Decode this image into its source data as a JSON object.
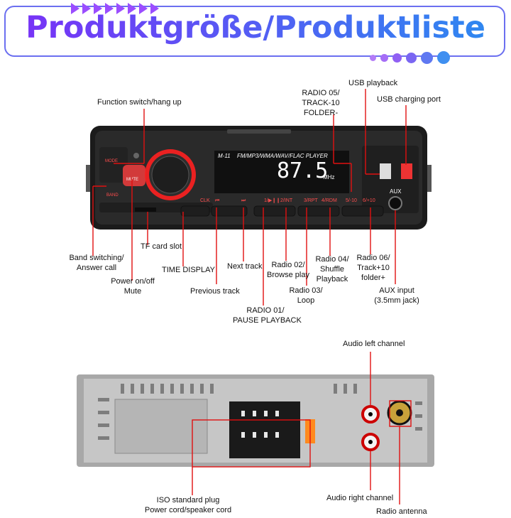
{
  "title": "Produktgröße/Produktliste",
  "colors": {
    "accent_purple": "#7b2ff7",
    "accent_blue": "#2b8cf0",
    "callout_red": "#e01010",
    "unit_body": "#1b1b1b"
  },
  "front_panel": {
    "model": "M-11",
    "player_text": "FM/MP3/WMA/WAV/FLAC PLAYER",
    "frequency": "87.5",
    "unit": "MHz",
    "aux_label": "AUX",
    "mode_label": "MODE",
    "mute_label": "MUTE",
    "band_label": "BAND",
    "clk_label": "CLK",
    "button_labels": [
      "1/▶❙❙",
      "2/INT",
      "3/RPT",
      "4/RDM",
      "5/-10",
      "6/+10"
    ]
  },
  "callouts_top": {
    "usb_playback": "USB playback",
    "usb_charging": "USB charging port",
    "function_switch": "Function switch/hang up",
    "radio05": [
      "RADIO 05/",
      "TRACK-10",
      "FOLDER-"
    ]
  },
  "callouts_bottom": {
    "band_switching": [
      "Band switching/",
      "Answer call"
    ],
    "tf_card": "TF card slot",
    "power": [
      "Power on/off",
      "Mute"
    ],
    "time_display": "TIME DISPLAY",
    "previous_track": "Previous track",
    "next_track": "Next track",
    "radio01": [
      "RADIO 01/",
      "PAUSE PLAYBACK"
    ],
    "radio02": [
      "Radio 02/",
      "Browse play"
    ],
    "radio03": [
      "Radio 03/",
      "Loop"
    ],
    "radio04": [
      "Radio 04/",
      "Shuffle",
      "Playback"
    ],
    "radio06": [
      "Radio 06/",
      "Track+10",
      "folder+"
    ],
    "aux_input": [
      "AUX input",
      "(3.5mm jack)"
    ]
  },
  "rear_callouts": {
    "audio_left": "Audio left channel",
    "audio_right": "Audio right channel",
    "iso_plug": [
      "ISO standard plug",
      "Power cord/speaker cord"
    ],
    "radio_antenna": "Radio antenna"
  }
}
